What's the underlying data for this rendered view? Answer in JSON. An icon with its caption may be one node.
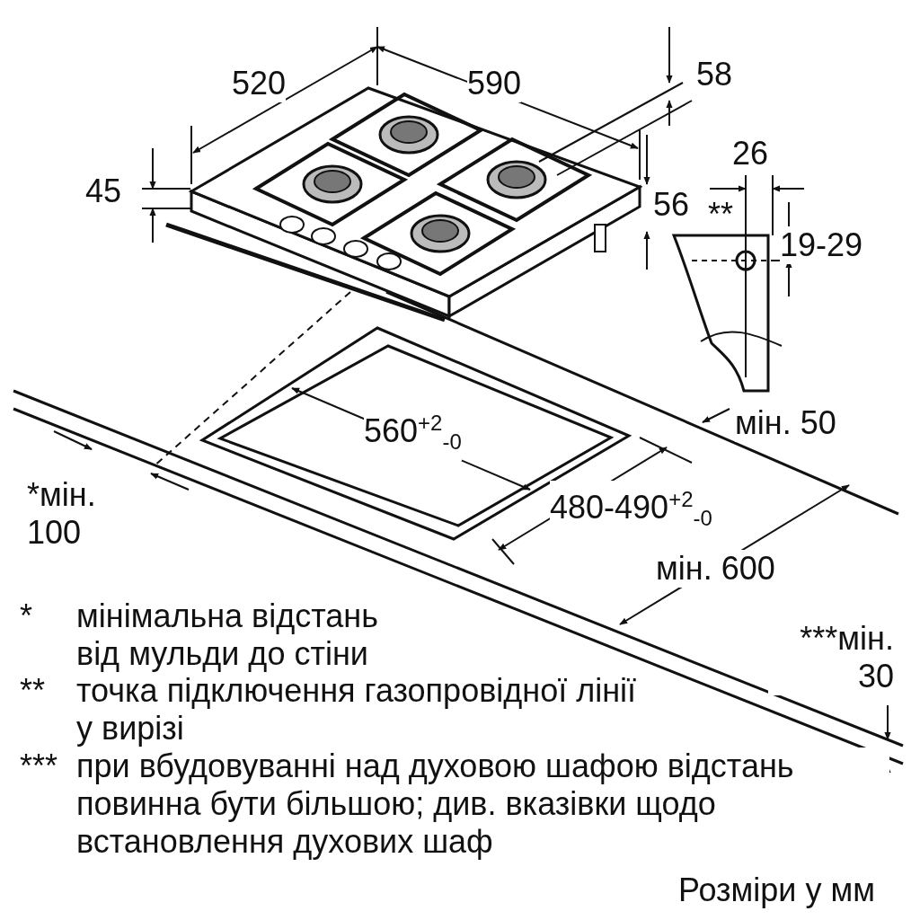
{
  "diagram": {
    "labels": [
      "520",
      "590",
      "58",
      "45",
      "26",
      "**",
      "56",
      "19-29",
      "560$^{+2}$$_{-0}$",
      "мін. 50",
      "*мін. 100",
      "480-490$^{+2}$$_{-0}$",
      "мін. 600",
      "***мін. 30",
      "*",
      "мінімальна відстань від мульди до стіни",
      "**",
      "точка підключення газопровідної лінії у вирізі",
      "***",
      "при вбудовуванні над духовою шафою відстань повинна бути більшою; див. вказівки щодо встановлення духових шаф",
      "Розміри у мм"
    ]
  }
}
